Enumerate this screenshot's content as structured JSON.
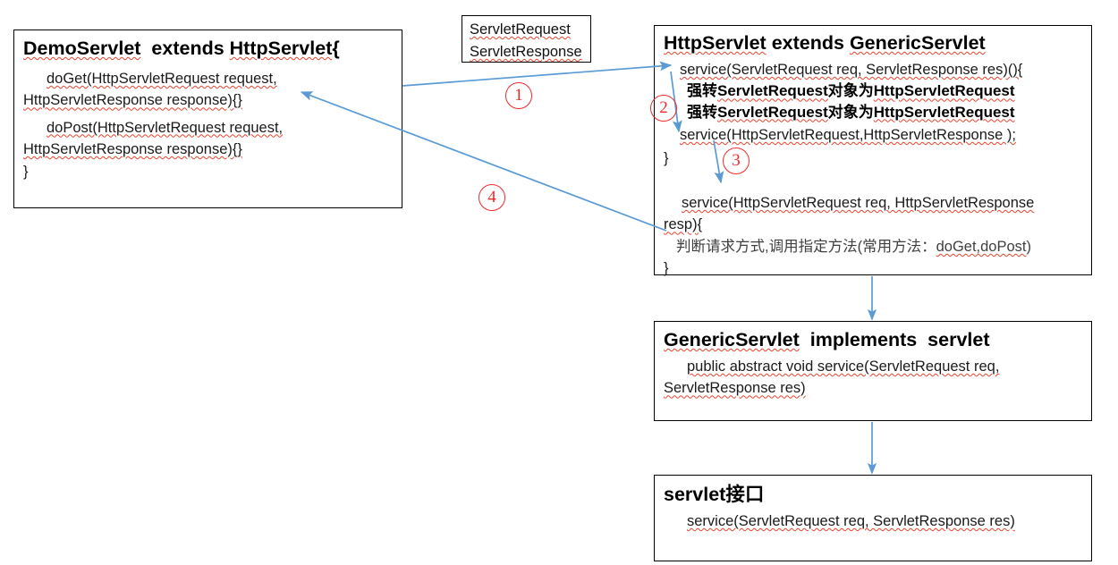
{
  "diagram": {
    "title": "Servlet inheritance and service() call flow",
    "accent_arrow_color": "#5b9bd5",
    "annotation_color": "#ef2a2a",
    "box_border_color": "#000000",
    "spellcheck_squiggle_color": "#e8442e"
  },
  "boxes": {
    "demo_servlet": {
      "name": "DemoServlet",
      "title": "DemoServlet  extends HttpServlet{",
      "title_parts": {
        "class_name": "DemoServlet",
        "keyword": "extends",
        "super_name": "HttpServlet",
        "brace": "{"
      },
      "lines": [
        "doGet(HttpServletRequest request,",
        "HttpServletResponse response){}",
        "doPost(HttpServletRequest request,",
        "HttpServletResponse response){}",
        "}"
      ]
    },
    "servlet_io": {
      "name": "ServletRequest / ServletResponse",
      "lines": [
        "ServletRequest",
        "ServletResponse"
      ]
    },
    "http_servlet": {
      "name": "HttpServlet",
      "title": "HttpServlet extends GenericServlet",
      "title_parts": {
        "class_name": "HttpServlet",
        "keyword": "extends",
        "super_name": "GenericServlet"
      },
      "lines": [
        "service(ServletRequest req, ServletResponse res)(){",
        "强转ServletRequest对象为HttpServletRequest",
        "强转ServletRequest对象为HttpServletRequest",
        "service(HttpServletRequest,HttpServletResponse );",
        "}",
        "service(HttpServletRequest req, HttpServletResponse",
        "resp){",
        "判断请求方式,调用指定方法(常用方法：doGet,doPost)",
        "}"
      ],
      "cast_line_parts": {
        "prefix": "强转",
        "from_type": "ServletRequest",
        "middle": "对象为",
        "to_type": "HttpServletRequest"
      },
      "dispatch_line_parts": {
        "text": "判断请求方式,调用指定方法(常用方法：",
        "methods": "doGet,doPost",
        "suffix": ")"
      }
    },
    "generic_servlet": {
      "name": "GenericServlet",
      "title": "GenericServlet  implements  servlet",
      "title_parts": {
        "class_name": "GenericServlet",
        "keyword": "implements",
        "interface_name": "servlet"
      },
      "lines": [
        "public abstract void service(ServletRequest req,",
        "ServletResponse res)"
      ]
    },
    "servlet_interface": {
      "name": "servlet interface",
      "title": "servlet接口",
      "title_parts": {
        "interface_name": "servlet",
        "suffix": "接口"
      },
      "lines": [
        "service(ServletRequest req, ServletResponse res)"
      ]
    }
  },
  "annotations": [
    {
      "id": "1",
      "label": "①",
      "number": "1"
    },
    {
      "id": "2",
      "label": "②",
      "number": "2"
    },
    {
      "id": "3",
      "label": "③",
      "number": "3"
    },
    {
      "id": "4",
      "label": "④",
      "number": "4"
    }
  ],
  "arrows": [
    {
      "id": "step-1",
      "from": "demo-servlet-box",
      "to": "http-servlet-service-method",
      "number": "1"
    },
    {
      "id": "step-2",
      "from": "http-servlet-service-entry",
      "to": "http-servlet-service-dispatch",
      "number": "2"
    },
    {
      "id": "step-3",
      "from": "http-servlet-service-dispatch",
      "to": "http-servlet-service-impl",
      "number": "3"
    },
    {
      "id": "step-4",
      "from": "http-servlet-service-impl",
      "to": "demo-servlet-box",
      "number": "4"
    },
    {
      "id": "inherit-http-generic",
      "from": "http-servlet-box",
      "to": "generic-servlet-box",
      "number": ""
    },
    {
      "id": "inherit-generic-interface",
      "from": "generic-servlet-box",
      "to": "servlet-interface-box",
      "number": ""
    }
  ]
}
